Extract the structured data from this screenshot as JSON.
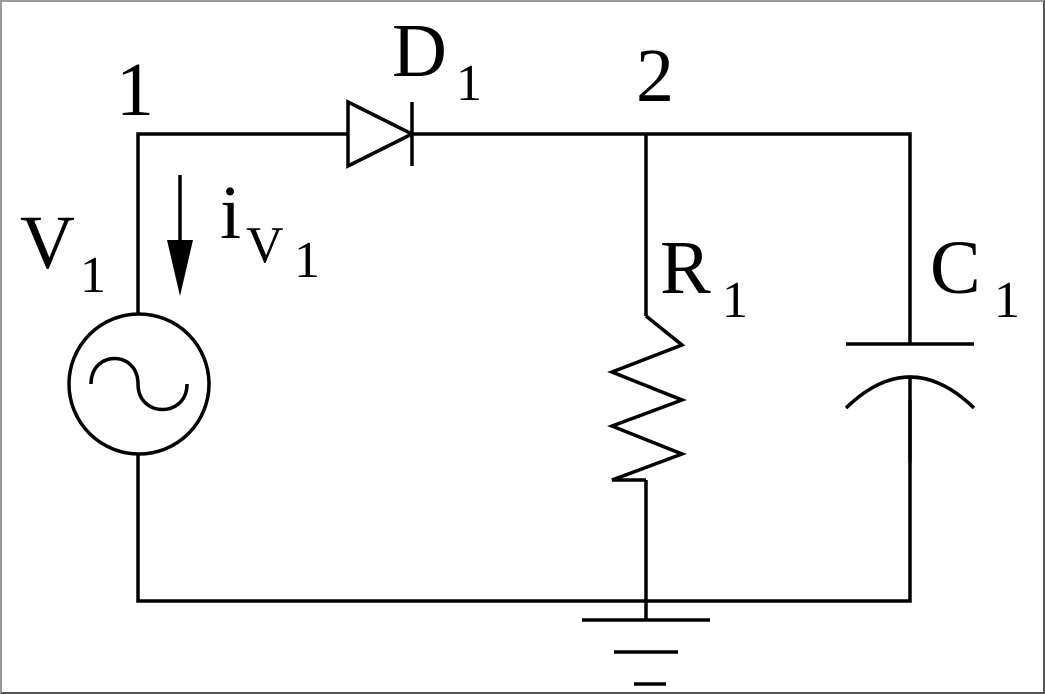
{
  "diagram": {
    "type": "circuit-schematic",
    "nodes": {
      "node1": "1",
      "node2": "2"
    },
    "components": {
      "source": {
        "name": "V",
        "index": "1",
        "kind": "ac-voltage-source"
      },
      "diode": {
        "name": "D",
        "index": "1",
        "kind": "diode"
      },
      "resistor": {
        "name": "R",
        "index": "1",
        "kind": "resistor"
      },
      "capacitor": {
        "name": "C",
        "index": "1",
        "kind": "capacitor"
      }
    },
    "current": {
      "name": "i",
      "subscript_name": "V",
      "subscript_index": "1",
      "direction": "down"
    },
    "ground": {
      "kind": "ground-symbol"
    },
    "colors": {
      "ink": "#000000",
      "background": "#ffffff",
      "frame": "#9a9a9a"
    }
  }
}
